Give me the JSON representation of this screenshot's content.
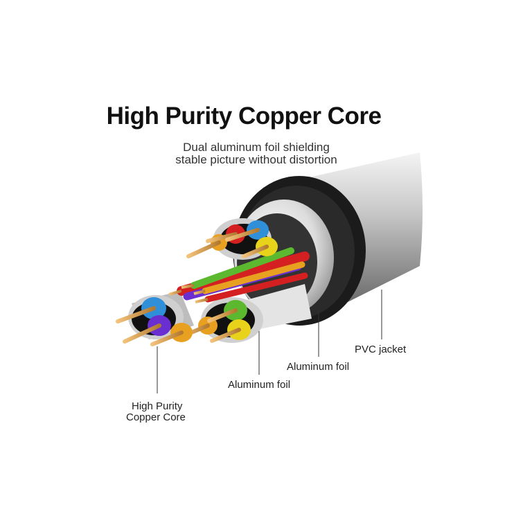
{
  "title": "High Purity Copper Core",
  "subtitle": {
    "line1": "Dual aluminum foil shielding",
    "line2": "stable picture without distortion"
  },
  "callouts": {
    "pvc_jacket": "PVC jacket",
    "aluminum_foil_outer": "Aluminum foil",
    "aluminum_foil_inner": "Aluminum foil",
    "copper_core_line1": "High Purity",
    "copper_core_line2": "Copper Core"
  },
  "colors": {
    "jacket": "#1b1b1b",
    "foil": "#d9d9d9",
    "copper": "#d9a35a",
    "wire_blue": "#2f8fd8",
    "wire_yellow": "#e8d21a",
    "wire_red": "#d42020",
    "wire_green": "#5cb82e",
    "wire_purple": "#6a2fd0",
    "wire_orange": "#e8a020"
  }
}
